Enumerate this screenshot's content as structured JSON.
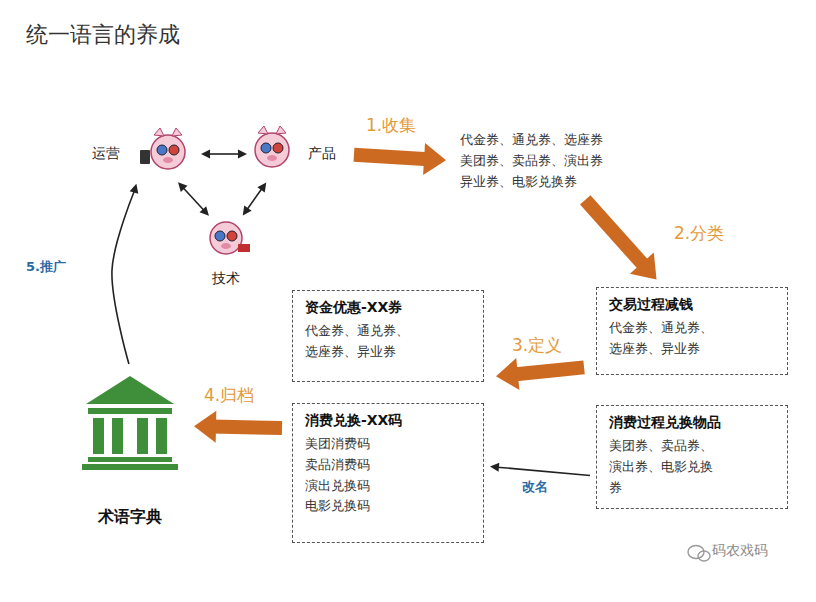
{
  "diagram": {
    "title": "统一语言的养成",
    "nodes": [
      {
        "text": [
          "运营"
        ]
      },
      {
        "text": [
          "产品"
        ]
      },
      {
        "text": [
          "技术"
        ]
      },
      {
        "text": [
          "代金券、通兑券、选座券 美团券、卖品券、演出券 异业券、电影兑换券"
        ]
      },
      {
        "text": [
          "交易过程减钱",
          "代金券、通兑券、选座券、异业券"
        ]
      },
      {
        "text": [
          "消费过程兑换物品",
          "美团券、卖品券、演出券、电影兑换券"
        ]
      },
      {
        "text": [
          "资金优惠-XX券",
          "代金券、通兑券、选座券、异业券"
        ]
      },
      {
        "text": [
          "消费兑换-XX码",
          "美团消费码 卖品消费码 演出兑换码 电影兑换码"
        ]
      },
      {
        "text": [
          "术语字典"
        ]
      }
    ],
    "edges": [
      {
        "from": 0,
        "to": 1,
        "arrow": "both"
      },
      {
        "from": 0,
        "to": 2,
        "arrow": "both"
      },
      {
        "from": 1,
        "to": 2,
        "arrow": "both"
      },
      {
        "from": 1,
        "to": 3,
        "label": "1.收集",
        "arrow": "to"
      },
      {
        "from": 3,
        "to": 4,
        "label": "2.分类",
        "arrow": "to"
      },
      {
        "from": 4,
        "to": 6,
        "label": "3.定义",
        "arrow": "to"
      },
      {
        "from": 5,
        "to": 7,
        "label": "改名",
        "arrow": "to"
      },
      {
        "from": 7,
        "to": 8,
        "label": "4.归档",
        "arrow": "to"
      },
      {
        "from": 8,
        "to": 0,
        "label": "5.推广",
        "arrow": "to"
      }
    ],
    "labels": [
      "码农戏码"
    ]
  }
}
